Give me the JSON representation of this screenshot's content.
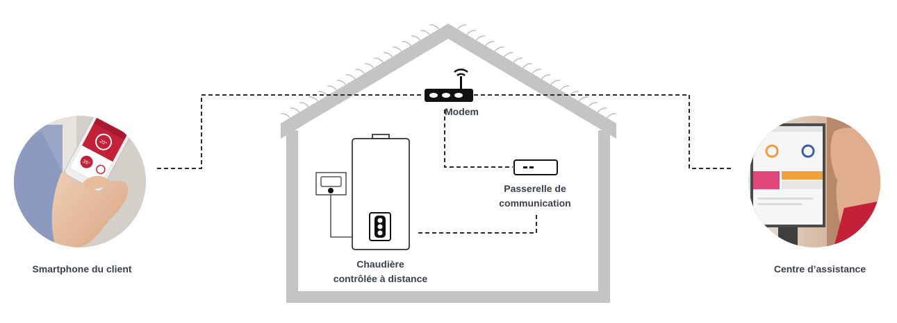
{
  "labels": {
    "phone": "Smartphone du client",
    "support": "Centre d’assistance",
    "modem": "Modem",
    "gateway_line1": "Passerelle de",
    "gateway_line2": "communication",
    "boiler_line1": "Chaudière",
    "boiler_line2": "contrôlée à distance"
  },
  "phone_screen": {
    "reading_top": "20°",
    "reading_bottom": "35°"
  },
  "colors": {
    "house": "#c4c4c4",
    "line": "#2a2a2a",
    "text": "#3a3f4a",
    "app_red": "#c4203a",
    "tile_pink": "#e0457b",
    "tile_orange": "#f2a03c",
    "ring_orange": "#f39a3a",
    "ring_blue": "#3a5ea8"
  }
}
